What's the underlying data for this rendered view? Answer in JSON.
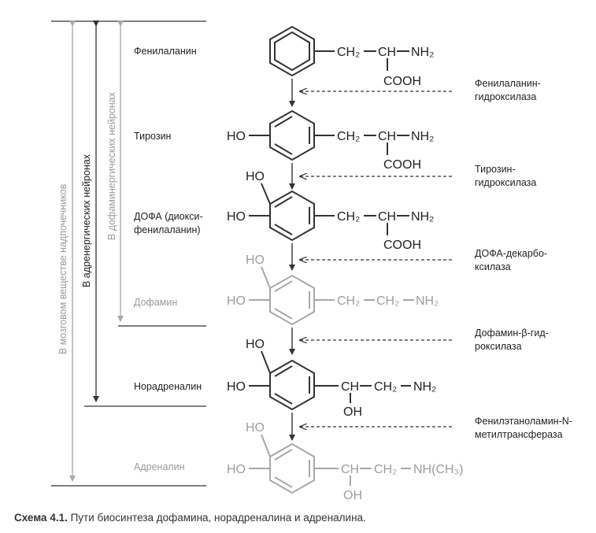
{
  "diagram": {
    "compounds": [
      {
        "name": "Фенилаланин",
        "highlighted": true
      },
      {
        "name": "Тирозин",
        "highlighted": true
      },
      {
        "name": "ДОФА (диокси-",
        "name2": "фенилаланин)",
        "highlighted": true
      },
      {
        "name": "Дофамин",
        "highlighted": false
      },
      {
        "name": "Норадреналин",
        "highlighted": true
      },
      {
        "name": "Адреналин",
        "highlighted": false
      }
    ],
    "groups": {
      "ch2": "CH₂",
      "ch": "CH",
      "nh2": "NH₂",
      "cooh": "COOH",
      "ho": "HO",
      "oh": "OH",
      "nhch3": "NH(CH₃)"
    },
    "enzymes": [
      {
        "line1": "Фенилаланин-",
        "line2": "гидроксилаза"
      },
      {
        "line1": "Тирозин-",
        "line2": "гидроксилаза"
      },
      {
        "line1": "ДОФА-декарбо-",
        "line2": "ксилаза"
      },
      {
        "line1": "Дофамин-β-гид-",
        "line2": "роксилаза"
      },
      {
        "line1": "Фенилэтаноламин-N-",
        "line2": "метилтрансфераза"
      }
    ],
    "ranges": [
      {
        "label": "В мозговом веществе надпочечников",
        "color": "#9a9a9a"
      },
      {
        "label": "В адренергических нейронах",
        "color": "#222222"
      },
      {
        "label": "В дофаминергических нейронах",
        "color": "#9a9a9a"
      }
    ],
    "colors": {
      "dark": "#333333",
      "gray": "#a8a8a8"
    }
  },
  "caption": {
    "label": "Схема 4.1.",
    "text": " Пути биосинтеза дофамина, норадреналина и адреналина."
  }
}
